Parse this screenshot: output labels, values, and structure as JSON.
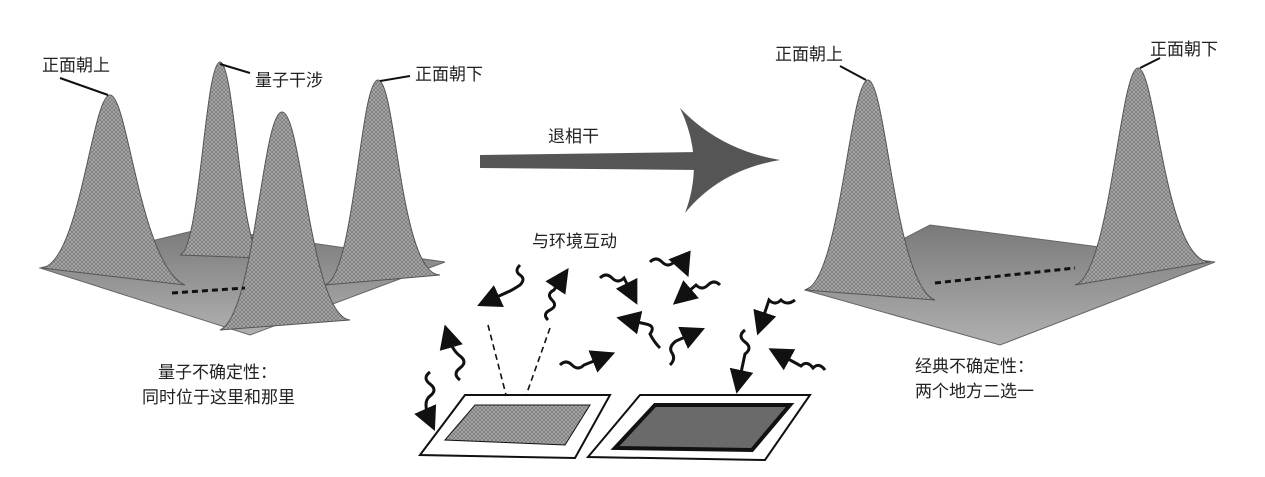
{
  "left_panel": {
    "peak_labels": [
      "正面朝上",
      "量子干涉",
      "正面朝下"
    ],
    "caption_line1": "量子不确定性：",
    "caption_line2": "同时位于这里和那里"
  },
  "arrow": {
    "label": "退相干",
    "color": "#555555"
  },
  "environment": {
    "label": "与环境互动"
  },
  "right_panel": {
    "peak_labels": [
      "正面朝上",
      "正面朝下"
    ],
    "caption_line1": "经典不确定性：",
    "caption_line2": "两个地方二选一"
  },
  "colors": {
    "surface": "#8a8a8a",
    "peak": "#9a9a9a",
    "ink": "#111111"
  }
}
